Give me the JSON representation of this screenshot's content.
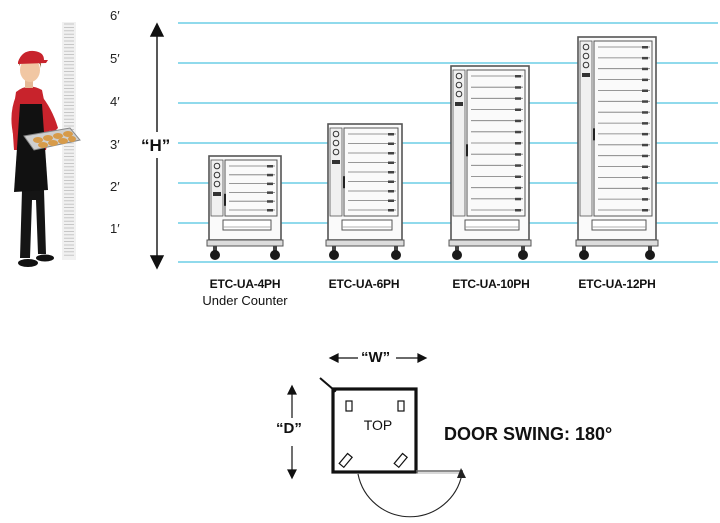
{
  "height_scale": {
    "labels": [
      "6′",
      "5′",
      "4′",
      "3′",
      "2′",
      "1′"
    ]
  },
  "dimensions": {
    "height": "“H”",
    "width": "“W”",
    "depth": "“D”"
  },
  "models": [
    {
      "name": "ETC-UA-4PH",
      "subtitle": "Under Counter"
    },
    {
      "name": "ETC-UA-6PH",
      "subtitle": ""
    },
    {
      "name": "ETC-UA-10PH",
      "subtitle": ""
    },
    {
      "name": "ETC-UA-12PH",
      "subtitle": ""
    }
  ],
  "top_view": {
    "label": "TOP",
    "door_swing": "DOOR SWING: 180°"
  },
  "colors": {
    "gridline": "#4ec3e0",
    "cabinet_line": "#555555",
    "apron": "#111111",
    "shirt": "#c8232c"
  }
}
